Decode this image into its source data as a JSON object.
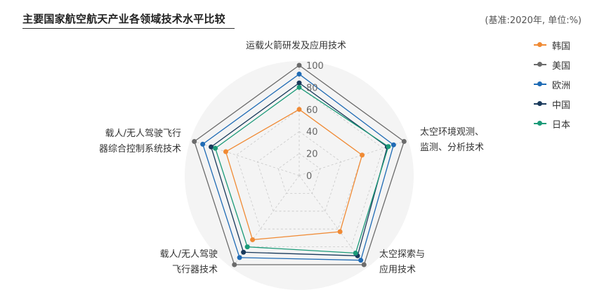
{
  "title": "主要国家航空航天产业各领域技术水平比较",
  "unit_note": "(基准:2020年, 单位:%)",
  "colors": {
    "韩国": "#f08a34",
    "美国": "#6b6b6b",
    "欧洲": "#1f6bb5",
    "中国": "#1a3a5c",
    "日本": "#1a9a78"
  },
  "chart_data": {
    "type": "radar",
    "title": "主要国家航空航天产业各领域技术水平比较",
    "axes": [
      {
        "name": "运载火箭研发及应用技术",
        "lines": [
          "运载火箭研发及应用技术"
        ]
      },
      {
        "name": "太空环境观测、监测、分析技术",
        "lines": [
          "太空环境观测、",
          "监测、分析技术"
        ]
      },
      {
        "name": "太空探索与应用技术",
        "lines": [
          "太空探索与",
          "应用技术"
        ]
      },
      {
        "name": "载人/无人驾驶飞行器技术",
        "lines": [
          "载人/无人驾驶",
          "飞行器技术"
        ]
      },
      {
        "name": "载人/无人驾驶飞行器综合控制系统技术",
        "lines": [
          "载人/无人驾驶飞行",
          "器综合控制系统技术"
        ]
      }
    ],
    "r_ticks": [
      0,
      20,
      40,
      60,
      80,
      100
    ],
    "r_range": [
      0,
      100
    ],
    "grid": true,
    "legend_position": "right",
    "series": [
      {
        "name": "韩国",
        "values": [
          60,
          60,
          63,
          72,
          70
        ]
      },
      {
        "name": "美国",
        "values": [
          100,
          100,
          100,
          100,
          100
        ]
      },
      {
        "name": "欧洲",
        "values": [
          92,
          90,
          95,
          92,
          92
        ]
      },
      {
        "name": "中国",
        "values": [
          84,
          84,
          90,
          86,
          84
        ]
      },
      {
        "name": "日本",
        "values": [
          80,
          85,
          87,
          80,
          80
        ]
      }
    ]
  }
}
